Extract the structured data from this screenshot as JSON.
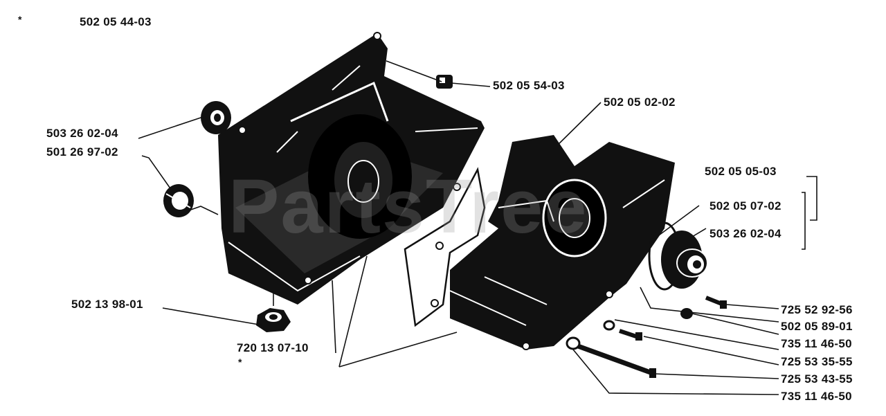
{
  "watermark": "PartsTree",
  "marks": {
    "star_a": "*",
    "star_b": "*"
  },
  "parts": {
    "p1": "502 05 44-03",
    "p2": "502 05 54-03",
    "p3": "502 05 02-02",
    "p4": "503 26 02-04",
    "p5": "501 26 97-02",
    "p6": "502 05 05-03",
    "p7": "502 05 07-02",
    "p8": "503 26 02-04",
    "p9": "502 13 98-01",
    "p10": "720 13 07-10",
    "p11": "725 52 92-56",
    "p12": "502 05 89-01",
    "p13": "735 11 46-50",
    "p14": "725 53 35-55",
    "p15": "725 53 43-55",
    "p16": "735 11 46-50"
  },
  "colors": {
    "ink": "#111111",
    "paper": "#ffffff"
  }
}
